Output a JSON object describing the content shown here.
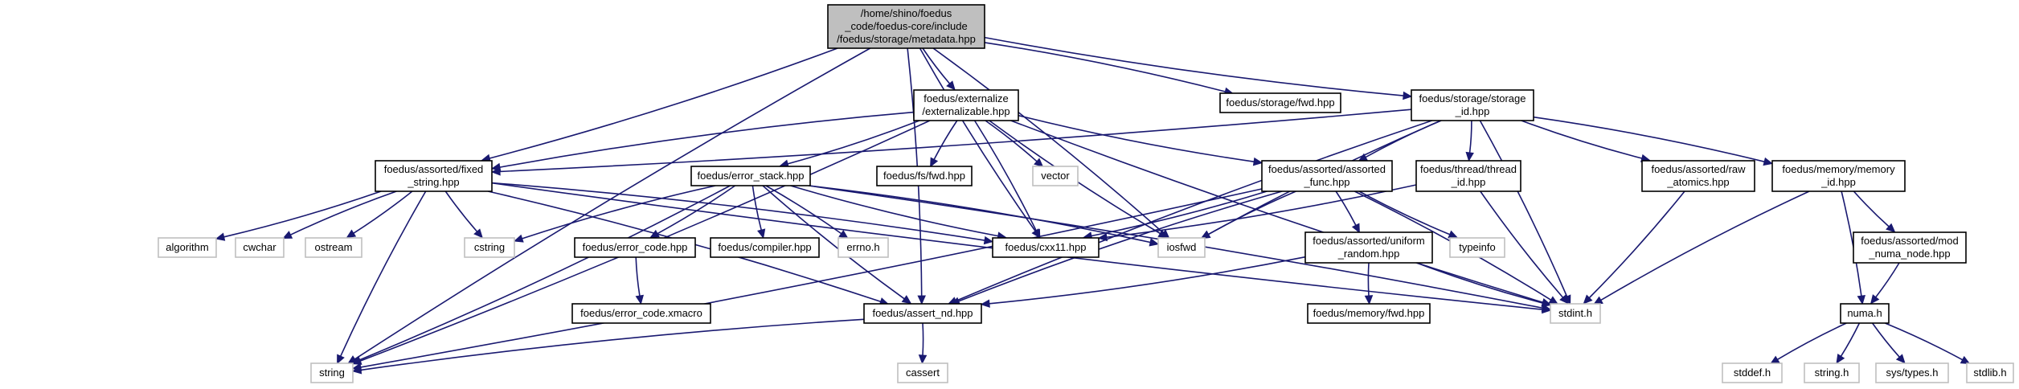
{
  "colors": {
    "edge": "#191970",
    "root_fill": "#bfbfbf",
    "node_fill": "#ffffff",
    "node_border": "#000000",
    "system_border": "#bfbfbf",
    "system_text": "#404040"
  },
  "nodes": [
    {
      "id": "metadata",
      "kind": "root",
      "lines": [
        "/home/shino/foedus",
        "_code/foedus-core/include",
        "/foedus/storage/metadata.hpp"
      ]
    },
    {
      "id": "externalizable",
      "kind": "file",
      "lines": [
        "foedus/externalize",
        "/externalizable.hpp"
      ]
    },
    {
      "id": "storage_fwd",
      "kind": "file",
      "lines": [
        "foedus/storage/fwd.hpp"
      ]
    },
    {
      "id": "storage_id",
      "kind": "file",
      "lines": [
        "foedus/storage/storage",
        "_id.hpp"
      ]
    },
    {
      "id": "fixed_string",
      "kind": "file",
      "lines": [
        "foedus/assorted/fixed",
        "_string.hpp"
      ]
    },
    {
      "id": "error_stack",
      "kind": "file",
      "lines": [
        "foedus/error_stack.hpp"
      ]
    },
    {
      "id": "fs_fwd",
      "kind": "file",
      "lines": [
        "foedus/fs/fwd.hpp"
      ]
    },
    {
      "id": "vector",
      "kind": "system",
      "lines": [
        "vector"
      ]
    },
    {
      "id": "assorted_func",
      "kind": "file",
      "lines": [
        "foedus/assorted/assorted",
        "_func.hpp"
      ]
    },
    {
      "id": "thread_id",
      "kind": "file",
      "lines": [
        "foedus/thread/thread",
        "_id.hpp"
      ]
    },
    {
      "id": "raw_atomics",
      "kind": "file",
      "lines": [
        "foedus/assorted/raw",
        "_atomics.hpp"
      ]
    },
    {
      "id": "memory_id",
      "kind": "file",
      "lines": [
        "foedus/memory/memory",
        "_id.hpp"
      ]
    },
    {
      "id": "algorithm",
      "kind": "system",
      "lines": [
        "algorithm"
      ]
    },
    {
      "id": "cwchar",
      "kind": "system",
      "lines": [
        "cwchar"
      ]
    },
    {
      "id": "ostream",
      "kind": "system",
      "lines": [
        "ostream"
      ]
    },
    {
      "id": "cstring",
      "kind": "system",
      "lines": [
        "cstring"
      ]
    },
    {
      "id": "error_code",
      "kind": "file",
      "lines": [
        "foedus/error_code.hpp"
      ]
    },
    {
      "id": "compiler",
      "kind": "file",
      "lines": [
        "foedus/compiler.hpp"
      ]
    },
    {
      "id": "errno",
      "kind": "system",
      "lines": [
        "errno.h"
      ]
    },
    {
      "id": "cxx11",
      "kind": "file",
      "lines": [
        "foedus/cxx11.hpp"
      ]
    },
    {
      "id": "iosfwd",
      "kind": "system",
      "lines": [
        "iosfwd"
      ]
    },
    {
      "id": "uniform_random",
      "kind": "file",
      "lines": [
        "foedus/assorted/uniform",
        "_random.hpp"
      ]
    },
    {
      "id": "typeinfo",
      "kind": "system",
      "lines": [
        "typeinfo"
      ]
    },
    {
      "id": "mod_numa_node",
      "kind": "file",
      "lines": [
        "foedus/assorted/mod",
        "_numa_node.hpp"
      ]
    },
    {
      "id": "error_code_xmacro",
      "kind": "file",
      "lines": [
        "foedus/error_code.xmacro"
      ]
    },
    {
      "id": "assert_nd",
      "kind": "file",
      "lines": [
        "foedus/assert_nd.hpp"
      ]
    },
    {
      "id": "memory_fwd",
      "kind": "file",
      "lines": [
        "foedus/memory/fwd.hpp"
      ]
    },
    {
      "id": "stdint",
      "kind": "system",
      "lines": [
        "stdint.h"
      ]
    },
    {
      "id": "numa",
      "kind": "file",
      "lines": [
        "numa.h"
      ]
    },
    {
      "id": "string",
      "kind": "system",
      "lines": [
        "string"
      ]
    },
    {
      "id": "cassert",
      "kind": "system",
      "lines": [
        "cassert"
      ]
    },
    {
      "id": "stddef",
      "kind": "system",
      "lines": [
        "stddef.h"
      ]
    },
    {
      "id": "string_h",
      "kind": "system",
      "lines": [
        "string.h"
      ]
    },
    {
      "id": "sys_types",
      "kind": "system",
      "lines": [
        "sys/types.h"
      ]
    },
    {
      "id": "stdlib",
      "kind": "system",
      "lines": [
        "stdlib.h"
      ]
    }
  ],
  "edges": [
    [
      "metadata",
      "externalizable"
    ],
    [
      "metadata",
      "storage_fwd"
    ],
    [
      "metadata",
      "storage_id"
    ],
    [
      "metadata",
      "fixed_string"
    ],
    [
      "metadata",
      "string"
    ],
    [
      "metadata",
      "assert_nd"
    ],
    [
      "metadata",
      "cxx11"
    ],
    [
      "metadata",
      "iosfwd"
    ],
    [
      "externalizable",
      "fixed_string"
    ],
    [
      "externalizable",
      "error_stack"
    ],
    [
      "externalizable",
      "fs_fwd"
    ],
    [
      "externalizable",
      "vector"
    ],
    [
      "externalizable",
      "assorted_func"
    ],
    [
      "externalizable",
      "cxx11"
    ],
    [
      "externalizable",
      "iosfwd"
    ],
    [
      "externalizable",
      "string"
    ],
    [
      "externalizable",
      "stdint"
    ],
    [
      "storage_id",
      "fixed_string"
    ],
    [
      "storage_id",
      "assorted_func"
    ],
    [
      "storage_id",
      "thread_id"
    ],
    [
      "storage_id",
      "raw_atomics"
    ],
    [
      "storage_id",
      "memory_id"
    ],
    [
      "storage_id",
      "iosfwd"
    ],
    [
      "storage_id",
      "stdint"
    ],
    [
      "storage_id",
      "assert_nd"
    ],
    [
      "fixed_string",
      "algorithm"
    ],
    [
      "fixed_string",
      "cwchar"
    ],
    [
      "fixed_string",
      "ostream"
    ],
    [
      "fixed_string",
      "cstring"
    ],
    [
      "fixed_string",
      "cxx11"
    ],
    [
      "fixed_string",
      "string"
    ],
    [
      "fixed_string",
      "assert_nd"
    ],
    [
      "fixed_string",
      "stdint"
    ],
    [
      "error_stack",
      "error_code"
    ],
    [
      "error_stack",
      "compiler"
    ],
    [
      "error_stack",
      "errno"
    ],
    [
      "error_stack",
      "cxx11"
    ],
    [
      "error_stack",
      "iosfwd"
    ],
    [
      "error_stack",
      "cstring"
    ],
    [
      "error_stack",
      "string"
    ],
    [
      "error_stack",
      "assert_nd"
    ],
    [
      "error_stack",
      "stdint"
    ],
    [
      "error_code",
      "error_code_xmacro"
    ],
    [
      "assorted_func",
      "cxx11"
    ],
    [
      "assorted_func",
      "iosfwd"
    ],
    [
      "assorted_func",
      "uniform_random"
    ],
    [
      "assorted_func",
      "typeinfo"
    ],
    [
      "assorted_func",
      "stdint"
    ],
    [
      "assorted_func",
      "assert_nd"
    ],
    [
      "assorted_func",
      "string"
    ],
    [
      "uniform_random",
      "memory_fwd"
    ],
    [
      "uniform_random",
      "assert_nd"
    ],
    [
      "uniform_random",
      "stdint"
    ],
    [
      "thread_id",
      "cxx11"
    ],
    [
      "thread_id",
      "stdint"
    ],
    [
      "raw_atomics",
      "stdint"
    ],
    [
      "memory_id",
      "mod_numa_node"
    ],
    [
      "memory_id",
      "numa"
    ],
    [
      "memory_id",
      "stdint"
    ],
    [
      "mod_numa_node",
      "numa"
    ],
    [
      "numa",
      "stddef"
    ],
    [
      "numa",
      "string_h"
    ],
    [
      "numa",
      "sys_types"
    ],
    [
      "numa",
      "stdlib"
    ],
    [
      "assert_nd",
      "string"
    ],
    [
      "assert_nd",
      "cassert"
    ]
  ]
}
